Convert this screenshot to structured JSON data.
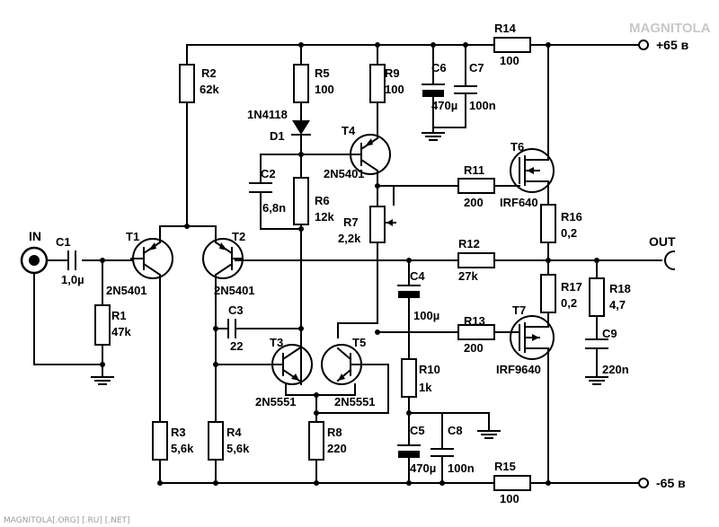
{
  "watermark": {
    "logo": "MAGNITOLA",
    "footer": "MAGNITOLA[.ORG] [.RU] [.NET]"
  },
  "terminals": {
    "vplus": "+65 в",
    "vminus": "-65 в",
    "in": "IN",
    "out": "OUT"
  },
  "components": {
    "R1": {
      "ref": "R1",
      "value": "47k"
    },
    "R2": {
      "ref": "R2",
      "value": "62k"
    },
    "R3": {
      "ref": "R3",
      "value": "5,6k"
    },
    "R4": {
      "ref": "R4",
      "value": "5,6k"
    },
    "R5": {
      "ref": "R5",
      "value": "100"
    },
    "R6": {
      "ref": "R6",
      "value": "12k"
    },
    "R7": {
      "ref": "R7",
      "value": "2,2k"
    },
    "R8": {
      "ref": "R8",
      "value": "220"
    },
    "R9": {
      "ref": "R9",
      "value": "100"
    },
    "R10": {
      "ref": "R10",
      "value": "1k"
    },
    "R11": {
      "ref": "R11",
      "value": "200"
    },
    "R12": {
      "ref": "R12",
      "value": "27k"
    },
    "R13": {
      "ref": "R13",
      "value": "200"
    },
    "R14": {
      "ref": "R14",
      "value": "100"
    },
    "R15": {
      "ref": "R15",
      "value": "100"
    },
    "R16": {
      "ref": "R16",
      "value": "0,2"
    },
    "R17": {
      "ref": "R17",
      "value": "0,2"
    },
    "R18": {
      "ref": "R18",
      "value": "4,7"
    },
    "C1": {
      "ref": "C1",
      "value": "1,0µ"
    },
    "C2": {
      "ref": "C2",
      "value": "6,8n"
    },
    "C3": {
      "ref": "C3",
      "value": "22"
    },
    "C4": {
      "ref": "C4",
      "value": "100µ"
    },
    "C5": {
      "ref": "C5",
      "value": "470µ"
    },
    "C6": {
      "ref": "C6",
      "value": "470µ"
    },
    "C7": {
      "ref": "C7",
      "value": "100n"
    },
    "C8": {
      "ref": "C8",
      "value": "100n"
    },
    "C9": {
      "ref": "C9",
      "value": "220n"
    },
    "D1": {
      "ref": "D1",
      "value": "1N4118"
    },
    "T1": {
      "ref": "T1",
      "value": "2N5401"
    },
    "T2": {
      "ref": "T2",
      "value": "2N5401"
    },
    "T3": {
      "ref": "T3",
      "value": "2N5551"
    },
    "T4": {
      "ref": "T4",
      "value": "2N5401"
    },
    "T5": {
      "ref": "T5",
      "value": "2N5551"
    },
    "T6": {
      "ref": "T6",
      "value": "IRF640"
    },
    "T7": {
      "ref": "T7",
      "value": "IRF9640"
    }
  }
}
